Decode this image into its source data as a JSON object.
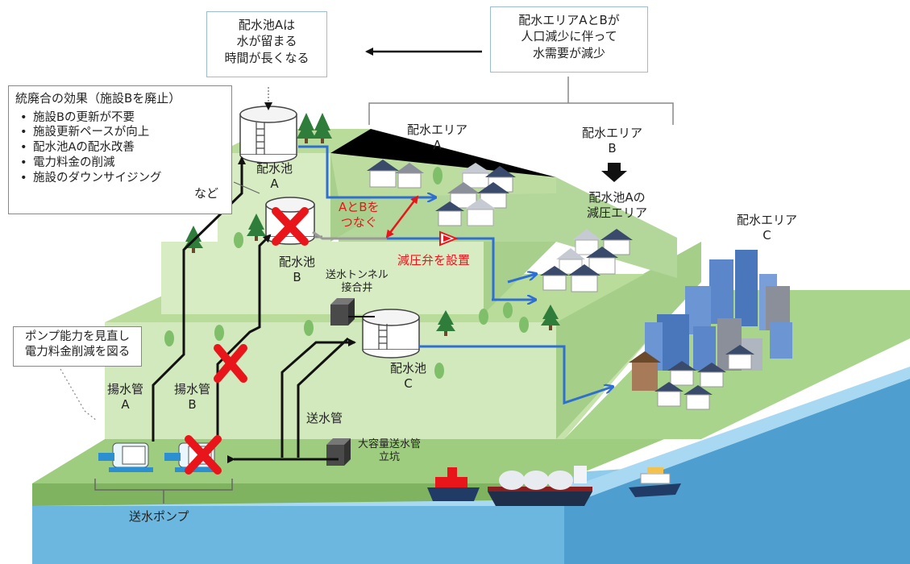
{
  "callouts": {
    "reservoir_a_note": "配水池Aは\n水が留まる\n時間が長くなる",
    "area_ab_note": "配水エリアAとBが\n人口減少に伴って\n水需要が減少",
    "pump_note": "ポンプ能力を見直し\n電力料金削減を図る"
  },
  "effects": {
    "title": "統廃合の効果（施設Bを廃止）",
    "items": [
      "施設Bの更新が不要",
      "施設更新ペースが向上",
      "配水池Aの配水改善",
      "電力料金の削減",
      "施設のダウンサイジング"
    ],
    "footer": "など"
  },
  "labels": {
    "reservoir_a": "配水池\nA",
    "reservoir_b": "配水池\nB",
    "reservoir_c": "配水池\nC",
    "area_a": "配水エリア\nA",
    "area_b": "配水エリア\nB",
    "area_c": "配水エリア\nC",
    "pressure_area": "配水池Aの\n減圧エリア",
    "connect_ab": "AとBを\nつなぐ",
    "valve": "減圧弁を設置",
    "tunnel": "送水トンネル\n接合井",
    "big_pipe": "大容量送水管\n立坑",
    "delivery_pipe": "送水管",
    "pump_pipe_a": "揚水管\nA",
    "pump_pipe_b": "揚水管\nB",
    "pumps": "送水ポンプ"
  },
  "colors": {
    "red_accent": "#e8161b",
    "blue_pipe": "#2f6fd1",
    "terrace_light": "#cfe6b5",
    "terrace_mid": "#b3d69a",
    "terrace_side": "#98c47c",
    "sea": "#6cb7e0",
    "callout_border": "#9bbbd6"
  },
  "icons": [
    "water-tank-icon",
    "pump-icon",
    "house-icon",
    "building-icon",
    "tree-icon",
    "ship-icon",
    "cross-mark-icon",
    "valve-icon"
  ]
}
